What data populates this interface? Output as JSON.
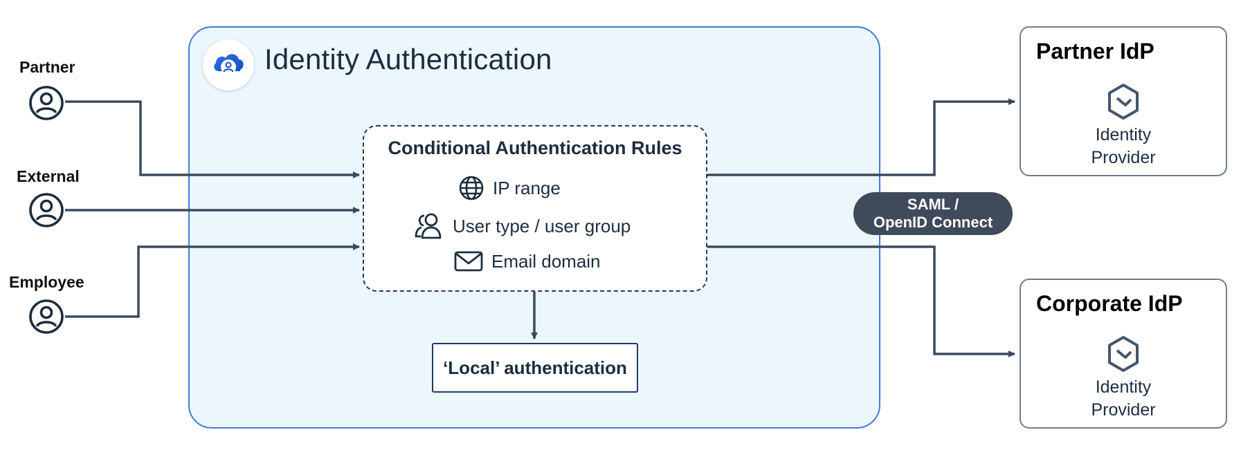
{
  "main": {
    "title": "Identity Authentication",
    "logo_icon": "cloud-user-icon"
  },
  "rules": {
    "title": "Conditional Authentication Rules",
    "items": [
      {
        "label": "IP range",
        "icon": "globe-icon"
      },
      {
        "label": "User type / user group",
        "icon": "user-group-icon"
      },
      {
        "label": "Email domain",
        "icon": "envelope-icon"
      }
    ]
  },
  "local_auth": {
    "label": "‘Local’ authentication"
  },
  "actors": [
    {
      "label": "Partner",
      "icon": "user-icon"
    },
    {
      "label": "External",
      "icon": "user-icon"
    },
    {
      "label": "Employee",
      "icon": "user-icon"
    }
  ],
  "protocol": {
    "line1": "SAML /",
    "line2": "OpenID Connect"
  },
  "idps": [
    {
      "title": "Partner IdP",
      "sub1": "Identity",
      "sub2": "Provider",
      "icon": "identity-provider-icon"
    },
    {
      "title": "Corporate IdP",
      "sub1": "Identity",
      "sub2": "Provider",
      "icon": "identity-provider-icon"
    }
  ],
  "colors": {
    "connector": "#3b4a5e",
    "main_border": "#3e7bd6",
    "main_fill": "#ecf6fd",
    "pill": "#3f4a5b"
  }
}
